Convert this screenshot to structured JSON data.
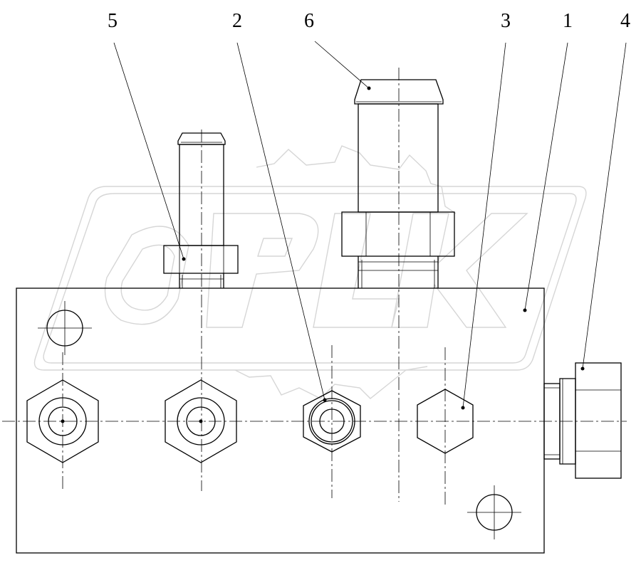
{
  "watermark": {
    "text": "OPLK"
  },
  "callouts": [
    {
      "id": "5",
      "label": "5"
    },
    {
      "id": "2",
      "label": "2"
    },
    {
      "id": "6",
      "label": "6"
    },
    {
      "id": "3",
      "label": "3"
    },
    {
      "id": "1",
      "label": "1"
    },
    {
      "id": "4",
      "label": "4"
    }
  ]
}
